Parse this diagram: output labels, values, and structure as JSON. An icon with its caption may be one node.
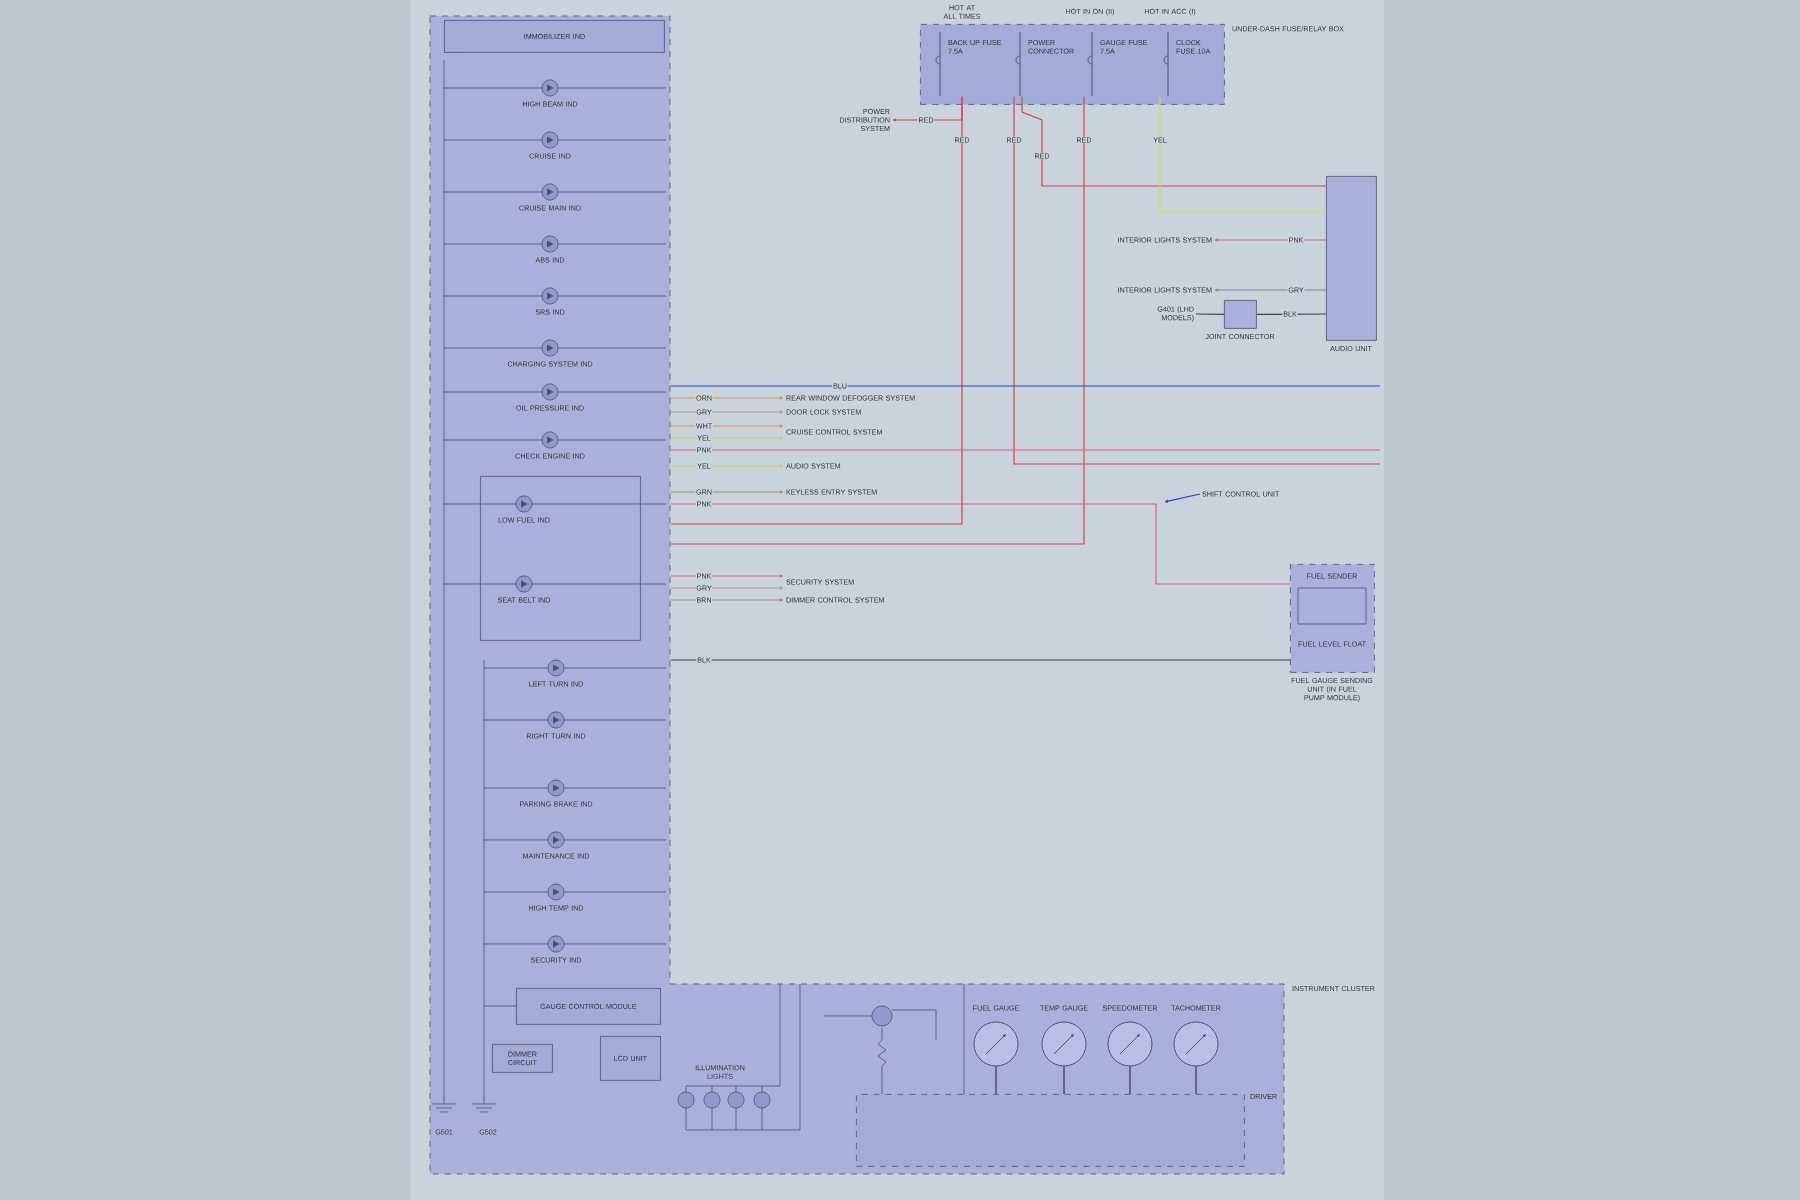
{
  "diagram": {
    "nodes": [
      {
        "text": [
          "INSTRUMENT CLUSTER"
        ]
      },
      {
        "text": [
          "IMMOBILIZER IND"
        ],
        "in": 0
      },
      {
        "text": [
          "HIGH BEAM IND"
        ],
        "in": 0
      },
      {
        "text": [
          "CRUISE IND"
        ],
        "in": 0
      },
      {
        "text": [
          "CRUISE MAIN IND"
        ],
        "in": 0
      },
      {
        "text": [
          "ABS IND"
        ],
        "in": 0
      },
      {
        "text": [
          "SRS IND"
        ],
        "in": 0
      },
      {
        "text": [
          "CHARGING SYSTEM IND"
        ],
        "in": 0
      },
      {
        "text": [
          "OIL PRESSURE IND"
        ],
        "in": 0
      },
      {
        "text": [
          "CHECK ENGINE IND"
        ],
        "in": 0
      },
      {
        "text": [],
        "shape": "box",
        "in": 0
      },
      {
        "text": [
          "LOW FUEL IND"
        ],
        "in": 10
      },
      {
        "text": [
          "SEAT BELT IND"
        ],
        "in": 10
      },
      {
        "text": [
          "LEFT TURN IND"
        ],
        "in": 0
      },
      {
        "text": [
          "RIGHT TURN IND"
        ],
        "in": 0
      },
      {
        "text": [
          "PARKING BRAKE IND"
        ],
        "in": 0
      },
      {
        "text": [
          "MAINTENANCE IND"
        ],
        "in": 0
      },
      {
        "text": [
          "HIGH TEMP IND"
        ],
        "in": 0
      },
      {
        "text": [
          "SECURITY IND"
        ],
        "in": 0
      },
      {
        "text": [
          "GAUGE CONTROL MODULE"
        ],
        "in": 0
      },
      {
        "text": [
          "DIMMER CIRCUIT"
        ],
        "in": 0
      },
      {
        "text": [
          "LCD UNIT"
        ],
        "in": 0
      },
      {
        "text": [
          "FUEL GAUGE"
        ],
        "in": 0
      },
      {
        "text": [
          "TEMP GAUGE"
        ],
        "in": 0
      },
      {
        "text": [
          "SPEEDOMETER"
        ],
        "in": 0
      },
      {
        "text": [
          "TACHOMETER"
        ],
        "in": 0
      },
      {
        "text": [
          "DRIVER"
        ],
        "in": 0
      },
      {
        "text": [
          "UNDER-DASH FUSE/RELAY BOX"
        ]
      },
      {
        "text": [
          "BACK UP FUSE 7.5A"
        ],
        "in": 27
      },
      {
        "text": [
          "POWER CONNECTOR"
        ],
        "in": 27
      },
      {
        "text": [
          "GAUGE FUSE 7.5A"
        ],
        "in": 27
      },
      {
        "text": [
          "CLOCK FUSE 10A"
        ],
        "in": 27
      },
      {
        "text": [
          "POWER DISTRIBUTION SYSTEM"
        ]
      },
      {
        "text": [
          "AUDIO UNIT"
        ]
      },
      {
        "text": [
          "INTERIOR LIGHTS SYSTEM"
        ]
      },
      {
        "text": [
          "INTERIOR LIGHTS SYSTEM"
        ]
      },
      {
        "text": [
          "JOINT CONNECTOR"
        ]
      },
      {
        "text": [
          "G401 (LHD MODELS)"
        ]
      },
      {
        "text": [
          "REAR WINDOW DEFOGGER SYSTEM"
        ]
      },
      {
        "text": [
          "DOOR LOCK SYSTEM"
        ]
      },
      {
        "text": [
          "CRUISE CONTROL SYSTEM"
        ]
      },
      {
        "text": [
          "AUDIO SYSTEM"
        ]
      },
      {
        "text": [
          "KEYLESS ENTRY SYSTEM"
        ]
      },
      {
        "text": [
          "SECURITY SYSTEM"
        ]
      },
      {
        "text": [
          "DIMMER CONTROL SYSTEM"
        ]
      },
      {
        "text": [
          "SHIFT CONTROL UNIT"
        ]
      },
      {
        "text": [
          "FUEL SENDER",
          "FUEL LEVEL FLOAT"
        ],
        "beside": [
          "FUEL GAUGE SENDING UNIT (IN FUEL PUMP MODULE)"
        ]
      }
    ],
    "edges": [
      {
        "from": 28,
        "to": 32,
        "arrow": "to",
        "label": "RED",
        "color": "#d84050"
      },
      {
        "from": 28,
        "to": 0,
        "arrow": "none",
        "label": "RED",
        "color": "#d84050"
      },
      {
        "from": 29,
        "to": 33,
        "arrow": "none",
        "label": "RED",
        "color": "#d84050"
      },
      {
        "from": 29,
        "to": null,
        "arrow": "none",
        "label": "RED",
        "color": "#d84050"
      },
      {
        "from": 30,
        "to": 0,
        "arrow": "none",
        "label": "RED",
        "color": "#d84050"
      },
      {
        "from": 31,
        "to": 33,
        "arrow": "none",
        "label": "YEL",
        "color": "#d4dc50"
      },
      {
        "from": 33,
        "to": 34,
        "arrow": "to",
        "label": "PNK",
        "color": "#e06080"
      },
      {
        "from": 33,
        "to": 35,
        "arrow": "to",
        "label": "GRY",
        "color": "#808890"
      },
      {
        "from": 37,
        "to": 36,
        "arrow": "none",
        "color": "#404040"
      },
      {
        "from": 36,
        "to": 33,
        "arrow": "none",
        "label": "BLK",
        "color": "#404040"
      },
      {
        "from": 0,
        "to": null,
        "arrow": "none",
        "label": "BLU",
        "color": "#3040d0"
      },
      {
        "from": 0,
        "to": 38,
        "arrow": "to",
        "label": "ORN",
        "color": "#d89050"
      },
      {
        "from": 0,
        "to": 39,
        "arrow": "to",
        "label": "GRY",
        "color": "#c09090"
      },
      {
        "from": 0,
        "to": 40,
        "arrow": "to",
        "label": "WHT",
        "color": "#d89050"
      },
      {
        "from": 0,
        "to": 40,
        "arrow": "to",
        "label": "YEL",
        "color": "#c8d060"
      },
      {
        "from": 0,
        "to": null,
        "arrow": "none",
        "label": "PNK",
        "color": "#e06080"
      },
      {
        "from": 0,
        "to": 41,
        "arrow": "to",
        "label": "YEL",
        "color": "#c8d060"
      },
      {
        "from": 0,
        "to": 42,
        "arrow": "to",
        "label": "GRN",
        "color": "#a09070"
      },
      {
        "from": 0,
        "to": 46,
        "arrow": "none",
        "label": "PNK",
        "color": "#e06080"
      },
      {
        "from": 0,
        "to": 43,
        "arrow": "to",
        "label": "PNK",
        "color": "#e06080"
      },
      {
        "from": 0,
        "to": 43,
        "arrow": "to",
        "label": "GRY",
        "color": "#c09090"
      },
      {
        "from": 0,
        "to": 44,
        "arrow": "to",
        "label": "BRN",
        "color": "#a09070"
      },
      {
        "from": 0,
        "to": 46,
        "arrow": "none",
        "label": "BLK",
        "color": "#404040"
      },
      {
        "from": 45,
        "to": null,
        "arrow": "to",
        "color": "#3040d0"
      },
      {
        "from": 22,
        "to": 26,
        "arrow": "none",
        "color": "#303848"
      },
      {
        "from": 23,
        "to": 26,
        "arrow": "none",
        "color": "#303848"
      },
      {
        "from": 24,
        "to": 26,
        "arrow": "none",
        "color": "#303848"
      },
      {
        "from": 25,
        "to": 26,
        "arrow": "none",
        "color": "#303848"
      }
    ],
    "labels": [
      "HOT AT ALL TIMES",
      "HOT IN ON (II)",
      "HOT IN ACC (I)",
      "ILLUMINATION LIGHTS",
      "G501",
      "G502"
    ]
  }
}
